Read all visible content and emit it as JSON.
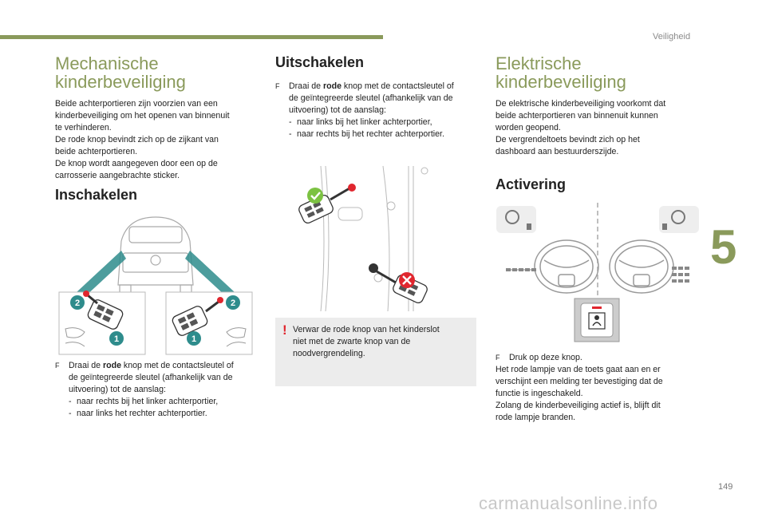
{
  "header": {
    "section": "Veiligheid",
    "chapter": "5",
    "page": "149"
  },
  "watermark": "carmanualsonline.info",
  "left": {
    "title_line1": "Mechanische",
    "title_line2": "kinderbeveiliging",
    "intro": [
      "Beide achterportieren zijn voorzien van een",
      "kinderbeveiliging om het openen van binnenuit",
      "te verhinderen.",
      "De rode knop bevindt zich op de zijkant van",
      "beide achterportieren.",
      "De knop wordt aangegeven door een op de",
      "carrosserie aangebrachte sticker."
    ],
    "enable_title": "Inschakelen",
    "step_bullet": "F",
    "step_pre": "Draai de ",
    "step_bold": "rode",
    "step_post": " knop met de contactsleutel of",
    "step_lines": [
      "de geïntegreerde sleutel (afhankelijk van de",
      "uitvoering) tot de aanslag:"
    ],
    "dashes": [
      "naar rechts bij het linker achterportier,",
      "naar links het rechter achterportier."
    ],
    "callout_1": "1",
    "callout_2": "2"
  },
  "middle": {
    "title": "Uitschakelen",
    "step_bullet": "F",
    "step_pre": "Draai de ",
    "step_bold": "rode",
    "step_post": " knop met de contactsleutel of",
    "step_lines": [
      "de geïntegreerde sleutel (afhankelijk van de",
      "uitvoering) tot de aanslag:"
    ],
    "dashes": [
      "naar links bij het linker achterportier,",
      "naar rechts bij het rechter achterportier."
    ],
    "warning_mark": "!",
    "warning": [
      "Verwar de rode knop van het kinderslot",
      "niet met de zwarte knop van de",
      "noodvergrendeling."
    ]
  },
  "right": {
    "title_line1": "Elektrische",
    "title_line2": "kinderbeveiliging",
    "intro": [
      "De elektrische kinderbeveiliging voorkomt dat",
      "beide achterportieren van binnenuit kunnen",
      "worden geopend.",
      "De vergrendeltoets bevindt zich op het",
      "dashboard aan bestuurderszijde."
    ],
    "activation_title": "Activering",
    "step_bullet": "F",
    "step": "Druk op deze knop.",
    "after": [
      "Het rode lampje van de toets gaat aan en er",
      "verschijnt een melding ter bevestiging dat de",
      "functie is ingeschakeld.",
      "Zolang de kinderbeveiliging actief is, blijft dit",
      "rode lampje branden."
    ]
  },
  "colors": {
    "accent": "#8a9a5b",
    "red": "#e0262e",
    "teal": "#2e8c8c",
    "green": "#7cc242",
    "note_bg": "#ececec"
  }
}
